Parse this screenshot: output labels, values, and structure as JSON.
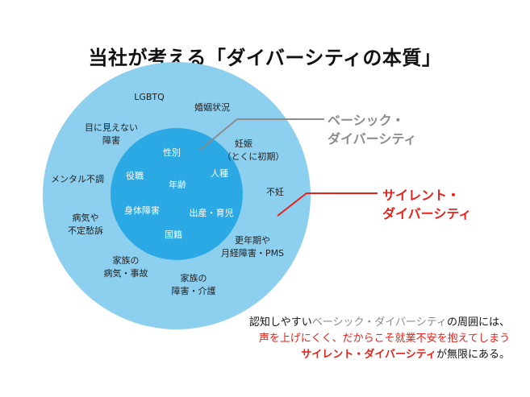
{
  "title": "当社が考える「ダイバーシティの本質」",
  "colors": {
    "outer_circle": "#8dcfef",
    "inner_circle": "#2aa9e4",
    "basic": "#8c8c8c",
    "silent": "#e8211b"
  },
  "inner_labels": [
    "性別",
    "役職",
    "年齢",
    "人種",
    "身体障害",
    "出産・育児",
    "国籍"
  ],
  "outer_labels": [
    [
      "LGBTQ"
    ],
    [
      "婚姻状況"
    ],
    [
      "目に見えない",
      "障害"
    ],
    [
      "妊娠",
      "（とくに初期）"
    ],
    [
      "メンタル不調"
    ],
    [
      "不妊"
    ],
    [
      "病気や",
      "不定愁訴"
    ],
    [
      "更年期や",
      "月経障害・PMS"
    ],
    [
      "家族の",
      "病気・事故"
    ],
    [
      "家族の",
      "障害・介護"
    ]
  ],
  "basic_label": [
    "ベーシック・",
    "ダイバーシティ"
  ],
  "silent_label": [
    "サイレント・",
    "ダイバーシティ"
  ],
  "caption": {
    "l1_a": "認知しやすい",
    "l1_b": "ベーシック・ダイバーシティ",
    "l1_c": "の周囲には、",
    "l2": "声を上げにくく、だからこそ就業不安を抱えてしまう",
    "l3_a": "サイレント・ダイバーシティ",
    "l3_b": "が無限にある。"
  }
}
